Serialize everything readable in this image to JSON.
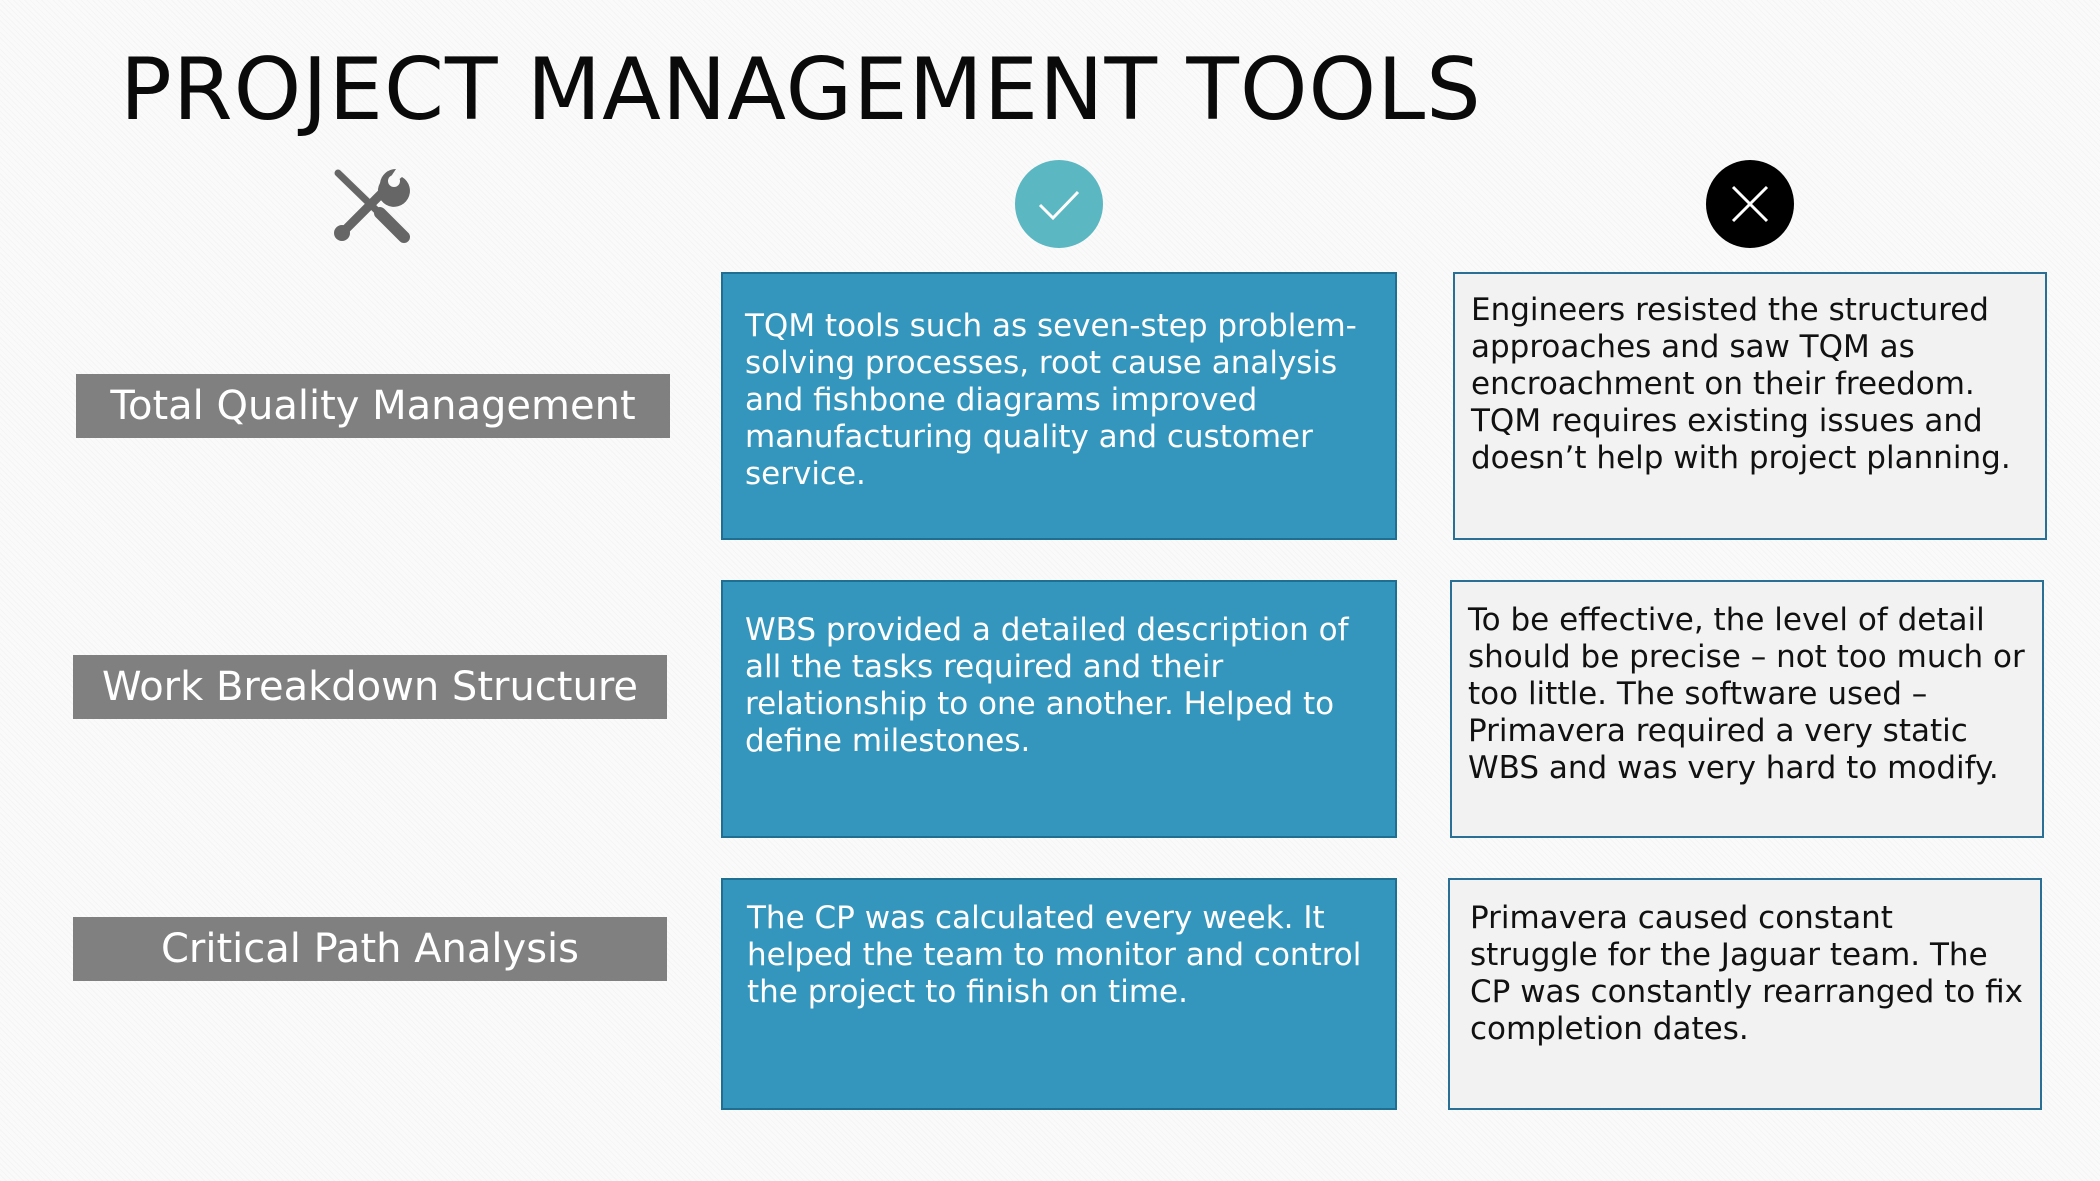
{
  "title": "PROJECT MANAGEMENT TOOLS",
  "header_icons": {
    "tools": "tools-icon",
    "pros": "checkmark-icon",
    "cons": "close-icon"
  },
  "colors": {
    "label_bg": "#808080",
    "pro_bg": "#3496bd",
    "check_circle": "#5bb7c1",
    "cross_circle": "#000000",
    "con_bg": "#f2f2f2"
  },
  "rows": [
    {
      "tool": "Total Quality Management",
      "pro": "TQM tools such as seven-step problem-solving processes, root cause analysis and fishbone diagrams improved manufacturing quality and customer service.",
      "con": "Engineers resisted the structured approaches and saw TQM as encroachment on their freedom. TQM requires existing issues and doesn’t help with project planning."
    },
    {
      "tool": "Work Breakdown Structure",
      "pro": "WBS provided a detailed description of all the tasks required and their relationship to one another. Helped to define milestones.",
      "con": "To be effective, the level of detail should be precise – not too much or too little. The software used – Primavera required a very static WBS and was very hard to modify."
    },
    {
      "tool": "Critical Path Analysis",
      "pro": "The CP was calculated every week. It helped the team to monitor and control the project to finish on time.",
      "con": "Primavera caused constant struggle for the Jaguar team. The CP was constantly rearranged to fix completion dates."
    }
  ]
}
